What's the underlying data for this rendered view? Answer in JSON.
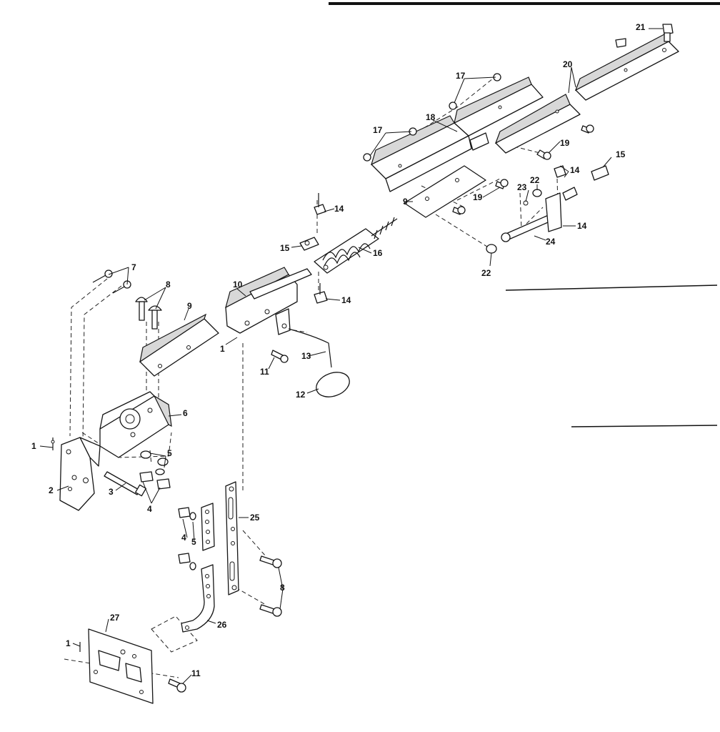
{
  "diagram": {
    "callouts": {
      "c1a": "1",
      "c1b": "1",
      "c1c": "1",
      "c2": "2",
      "c3": "3",
      "c4a": "4",
      "c4b": "4",
      "c5a": "5",
      "c5b": "5",
      "c6": "6",
      "c7": "7",
      "c8a": "8",
      "c8b": "8",
      "c9a": "9",
      "c9b": "9",
      "c10": "10",
      "c11a": "11",
      "c11b": "11",
      "c12": "12",
      "c13": "13",
      "c14a": "14",
      "c14b": "14",
      "c14c": "14",
      "c14d": "14",
      "c15a": "15",
      "c15b": "15",
      "c16": "16",
      "c17a": "17",
      "c17b": "17",
      "c18": "18",
      "c19a": "19",
      "c19b": "19",
      "c20": "20",
      "c21": "21",
      "c22a": "22",
      "c22b": "22",
      "c23": "23",
      "c24": "24",
      "c25": "25",
      "c26": "26",
      "c27": "27"
    }
  }
}
